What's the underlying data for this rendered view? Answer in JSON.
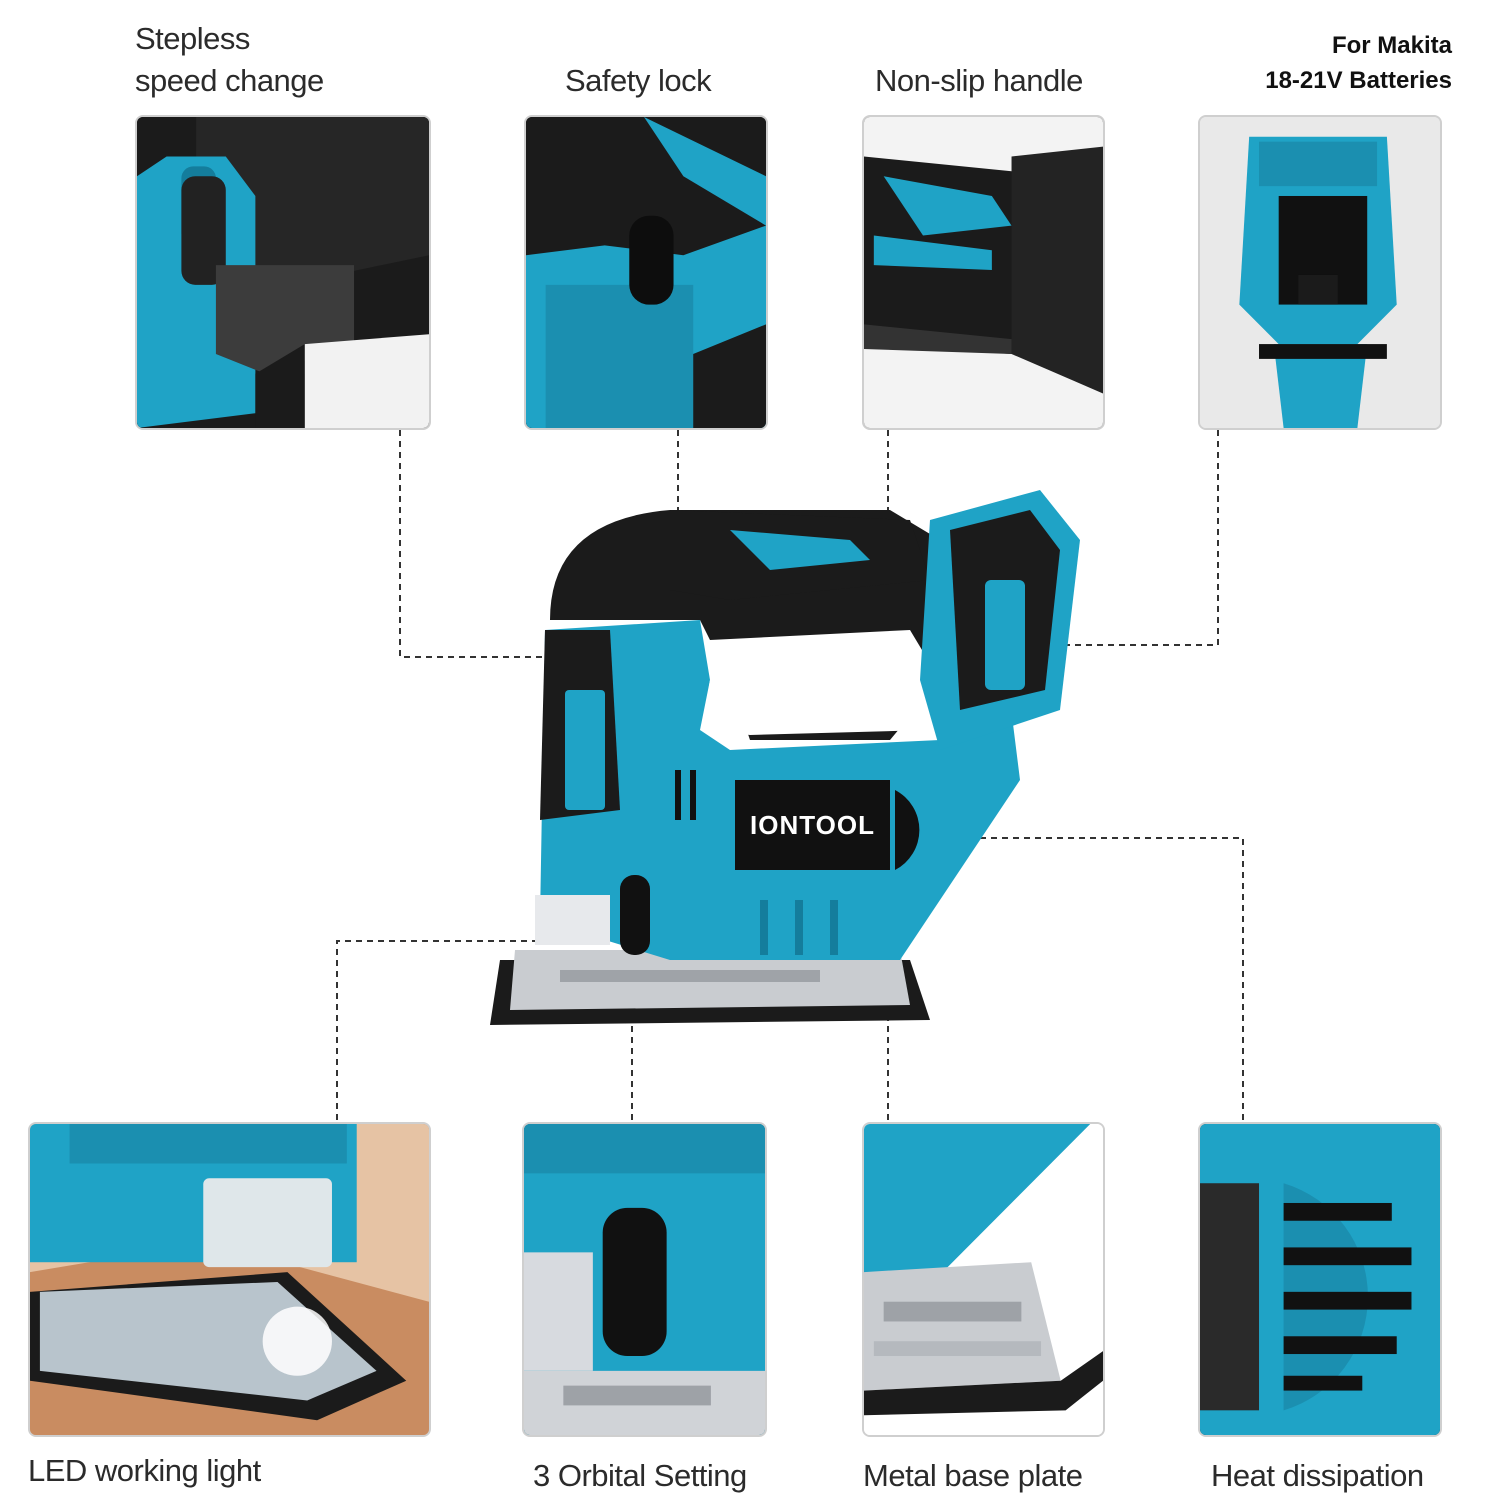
{
  "brand": {
    "logo_text": "IONTOOL"
  },
  "battery_note": {
    "line1": "For Makita",
    "line2": "18-21V Batteries"
  },
  "features_top": [
    {
      "label": "Stepless\nspeed change",
      "icon": "speed-switch-icon"
    },
    {
      "label": "Safety lock",
      "icon": "safety-lock-icon"
    },
    {
      "label": "Non-slip handle",
      "icon": "handle-grip-icon"
    },
    {
      "label": "",
      "icon": "battery-mount-icon"
    }
  ],
  "features_bottom": [
    {
      "label": "LED working light",
      "icon": "led-light-icon"
    },
    {
      "label": "3 Orbital Setting",
      "icon": "orbital-switch-icon"
    },
    {
      "label": "Metal base plate",
      "icon": "base-plate-icon"
    },
    {
      "label": "Heat dissipation",
      "icon": "vent-icon"
    }
  ],
  "colors": {
    "tool_blue": "#1fa3c6",
    "tool_blue_dark": "#147d9c",
    "tool_black": "#1b1b1b",
    "metal": "#c9ccd0",
    "connector": "#333333",
    "panel_border": "#cfcfcf"
  }
}
